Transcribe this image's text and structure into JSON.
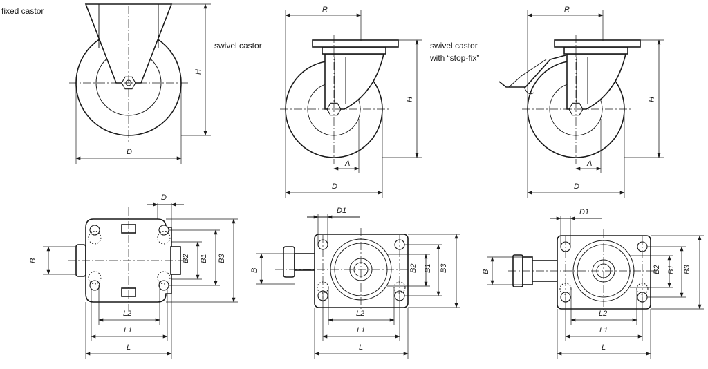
{
  "captions": {
    "fixed": "fixed castor",
    "swivel": "swivel castor",
    "stopfix_line1": "swivel castor",
    "stopfix_line2": "with “stop-fix”"
  },
  "dims": {
    "D": "D",
    "H": "H",
    "R": "R",
    "A": "A",
    "B": "B",
    "B1": "B1",
    "B2": "B2",
    "B3": "B3",
    "L": "L",
    "L1": "L1",
    "L2": "L2",
    "D1": "D1"
  }
}
